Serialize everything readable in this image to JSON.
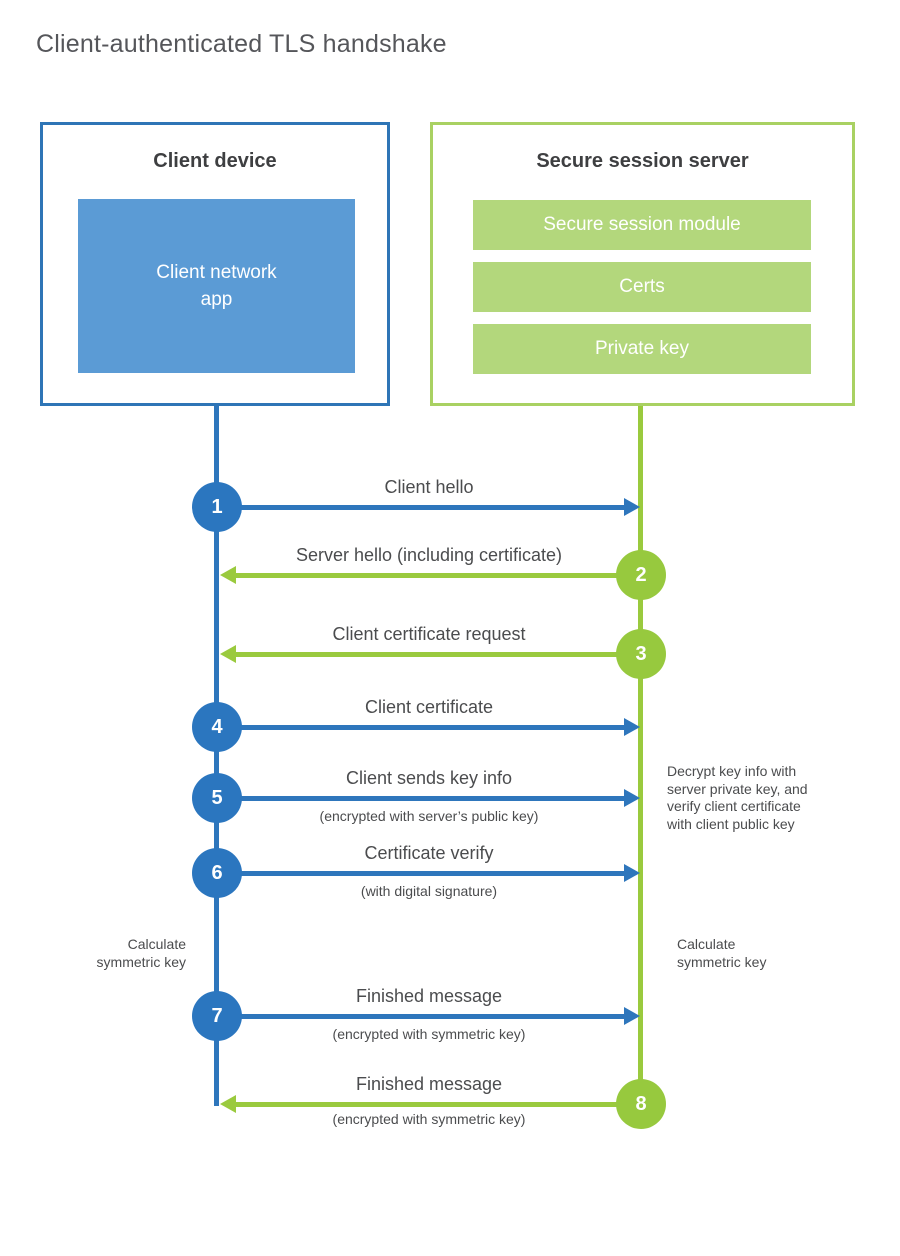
{
  "title": "Client-authenticated TLS handshake",
  "client_box": {
    "title": "Client device",
    "app_label": "Client network\napp"
  },
  "server_box": {
    "title": "Secure session server",
    "modules": [
      "Secure session module",
      "Certs",
      "Private key"
    ]
  },
  "steps": [
    {
      "number": "1",
      "label": "Client hello",
      "direction": "right",
      "from": "client",
      "to": "server"
    },
    {
      "number": "2",
      "label": "Server hello (including certificate)",
      "direction": "left",
      "from": "server",
      "to": "client"
    },
    {
      "number": "3",
      "label": "Client certificate request",
      "direction": "left",
      "from": "server",
      "to": "client"
    },
    {
      "number": "4",
      "label": "Client certificate",
      "direction": "right",
      "from": "client",
      "to": "server"
    },
    {
      "number": "5",
      "label": "Client sends key info",
      "sublabel": "(encrypted with server’s public key)",
      "direction": "right",
      "from": "client",
      "to": "server"
    },
    {
      "number": "6",
      "label": "Certificate verify",
      "sublabel": "(with digital signature)",
      "direction": "right",
      "from": "client",
      "to": "server"
    },
    {
      "number": "7",
      "label": "Finished message",
      "sublabel": "(encrypted with symmetric key)",
      "direction": "right",
      "from": "client",
      "to": "server"
    },
    {
      "number": "8",
      "label": "Finished message",
      "sublabel": "(encrypted with symmetric key)",
      "direction": "left",
      "from": "server",
      "to": "client"
    }
  ],
  "notes": {
    "decrypt": "Decrypt key info with\nserver private key, and\nverify client certificate\nwith client public key",
    "calc_client": "Calculate\nsymmetric key",
    "calc_server": "Calculate\nsymmetric key"
  },
  "colors": {
    "blue_line": "#2e76bc",
    "blue_fill": "#5b9bd5",
    "blue_border": "#2e75b6",
    "green_line": "#9aca3e",
    "green_fill": "#b3d77c",
    "green_border": "#a9d162",
    "text": "#4b4c4e"
  }
}
